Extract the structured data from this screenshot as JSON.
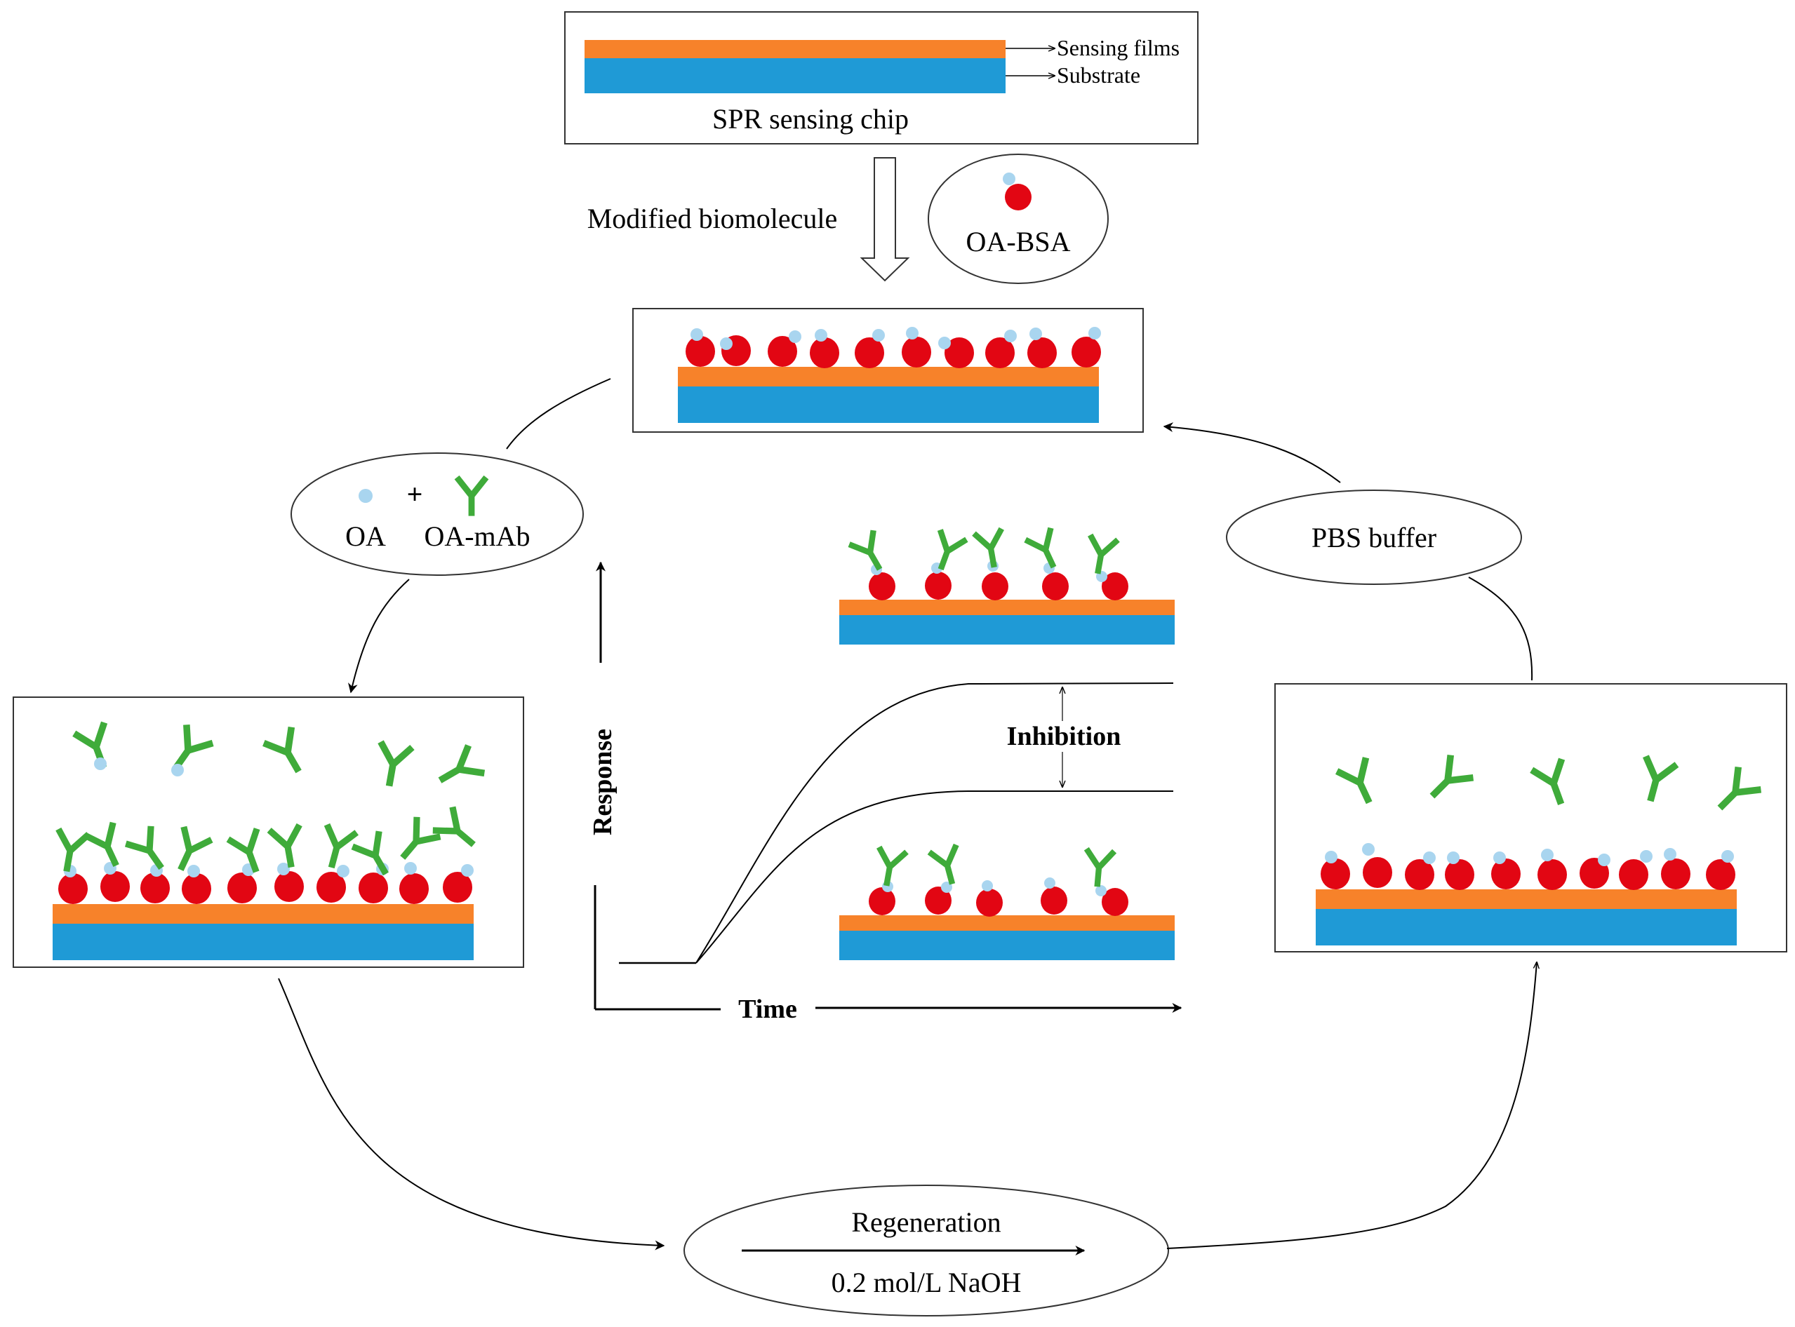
{
  "chip": {
    "title": "SPR sensing chip",
    "film_label": "Sensing films",
    "substrate_label": "Substrate"
  },
  "step_modified": "Modified biomolecule",
  "reagents": {
    "oa_bsa": "OA-BSA",
    "oa": "OA",
    "plus": "+",
    "oa_mab": "OA-mAb",
    "pbs": "PBS buffer"
  },
  "plot": {
    "ylabel": "Response",
    "xlabel": "Time",
    "annotation": "Inhibition"
  },
  "regeneration": {
    "label": "Regeneration",
    "reagent": "0.2 mol/L NaOH"
  },
  "colors": {
    "film": "#f7822a",
    "substrate": "#1f9ad6",
    "bsa": "#e20613",
    "oa": "#a9d5ef",
    "antibody": "#3fab3a"
  }
}
